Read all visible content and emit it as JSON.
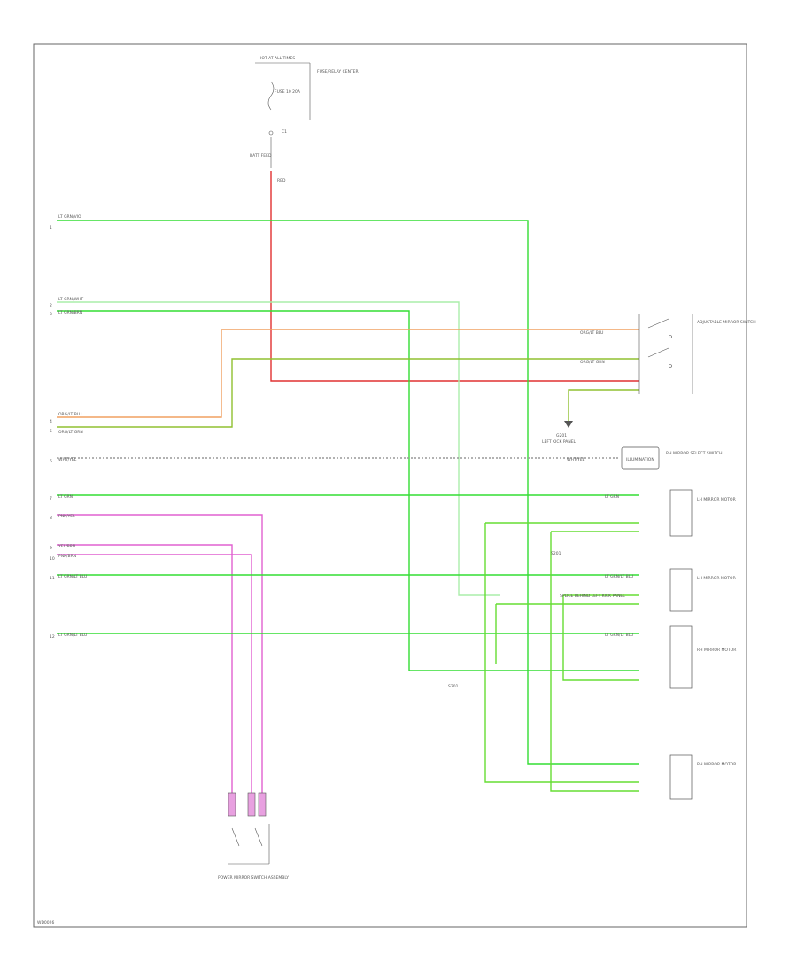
{
  "colors": {
    "green": "#33dd33",
    "light_green": "#aaeeaa",
    "red": "#e03030",
    "orange": "#f0a060",
    "pink": "#e060d0",
    "olive": "#90c030",
    "lime": "#66dd33",
    "gray": "#999999"
  },
  "top": {
    "fuse_label": "HOT AT ALL TIMES",
    "fuse_desc": "FUSE/RELAY CENTER",
    "fuse_name": "FUSE 10 20A",
    "connector": "C1",
    "wire_top": "BATT FEED",
    "wire_color": "RED"
  },
  "left_pins": [
    "1",
    "2",
    "3",
    "4",
    "5",
    "6",
    "7",
    "8",
    "9",
    "10",
    "11",
    "12"
  ],
  "wires": {
    "w1": "LT GRN/VIO",
    "w2": "LT GRN/WHT",
    "w3": "LT GRN/BRN",
    "w4": "ORG/LT BLU",
    "w5": "ORG/LT GRN",
    "w6": "WHT/YEL",
    "w7": "LT GRN",
    "w8": "PNK/YEL",
    "w9": "YEL/BRN",
    "w10": "PNK/BRN",
    "w11": "LT GRN/LT BLU",
    "w12": "LT GRN/LT BLU"
  },
  "switches": {
    "mirror_switch": "ADJUSTABLE MIRROR SWITCH",
    "ground": "G201",
    "ground_desc": "LEFT KICK PANEL",
    "illum": "ILLUMINATION",
    "rh_mirror_switch": "RH MIRROR SELECT SWITCH"
  },
  "motors": {
    "m1": "LH MIRROR MOTOR",
    "m2": "LH MIRROR MOTOR",
    "m3": "RH MIRROR MOTOR",
    "m4": "RH MIRROR MOTOR"
  },
  "splice": "S201",
  "splice_desc": "SPLICE BEHIND LEFT KICK PANEL",
  "bottom_switch": "POWER MIRROR SWITCH ASSEMBLY",
  "footer_code": "WD0026"
}
